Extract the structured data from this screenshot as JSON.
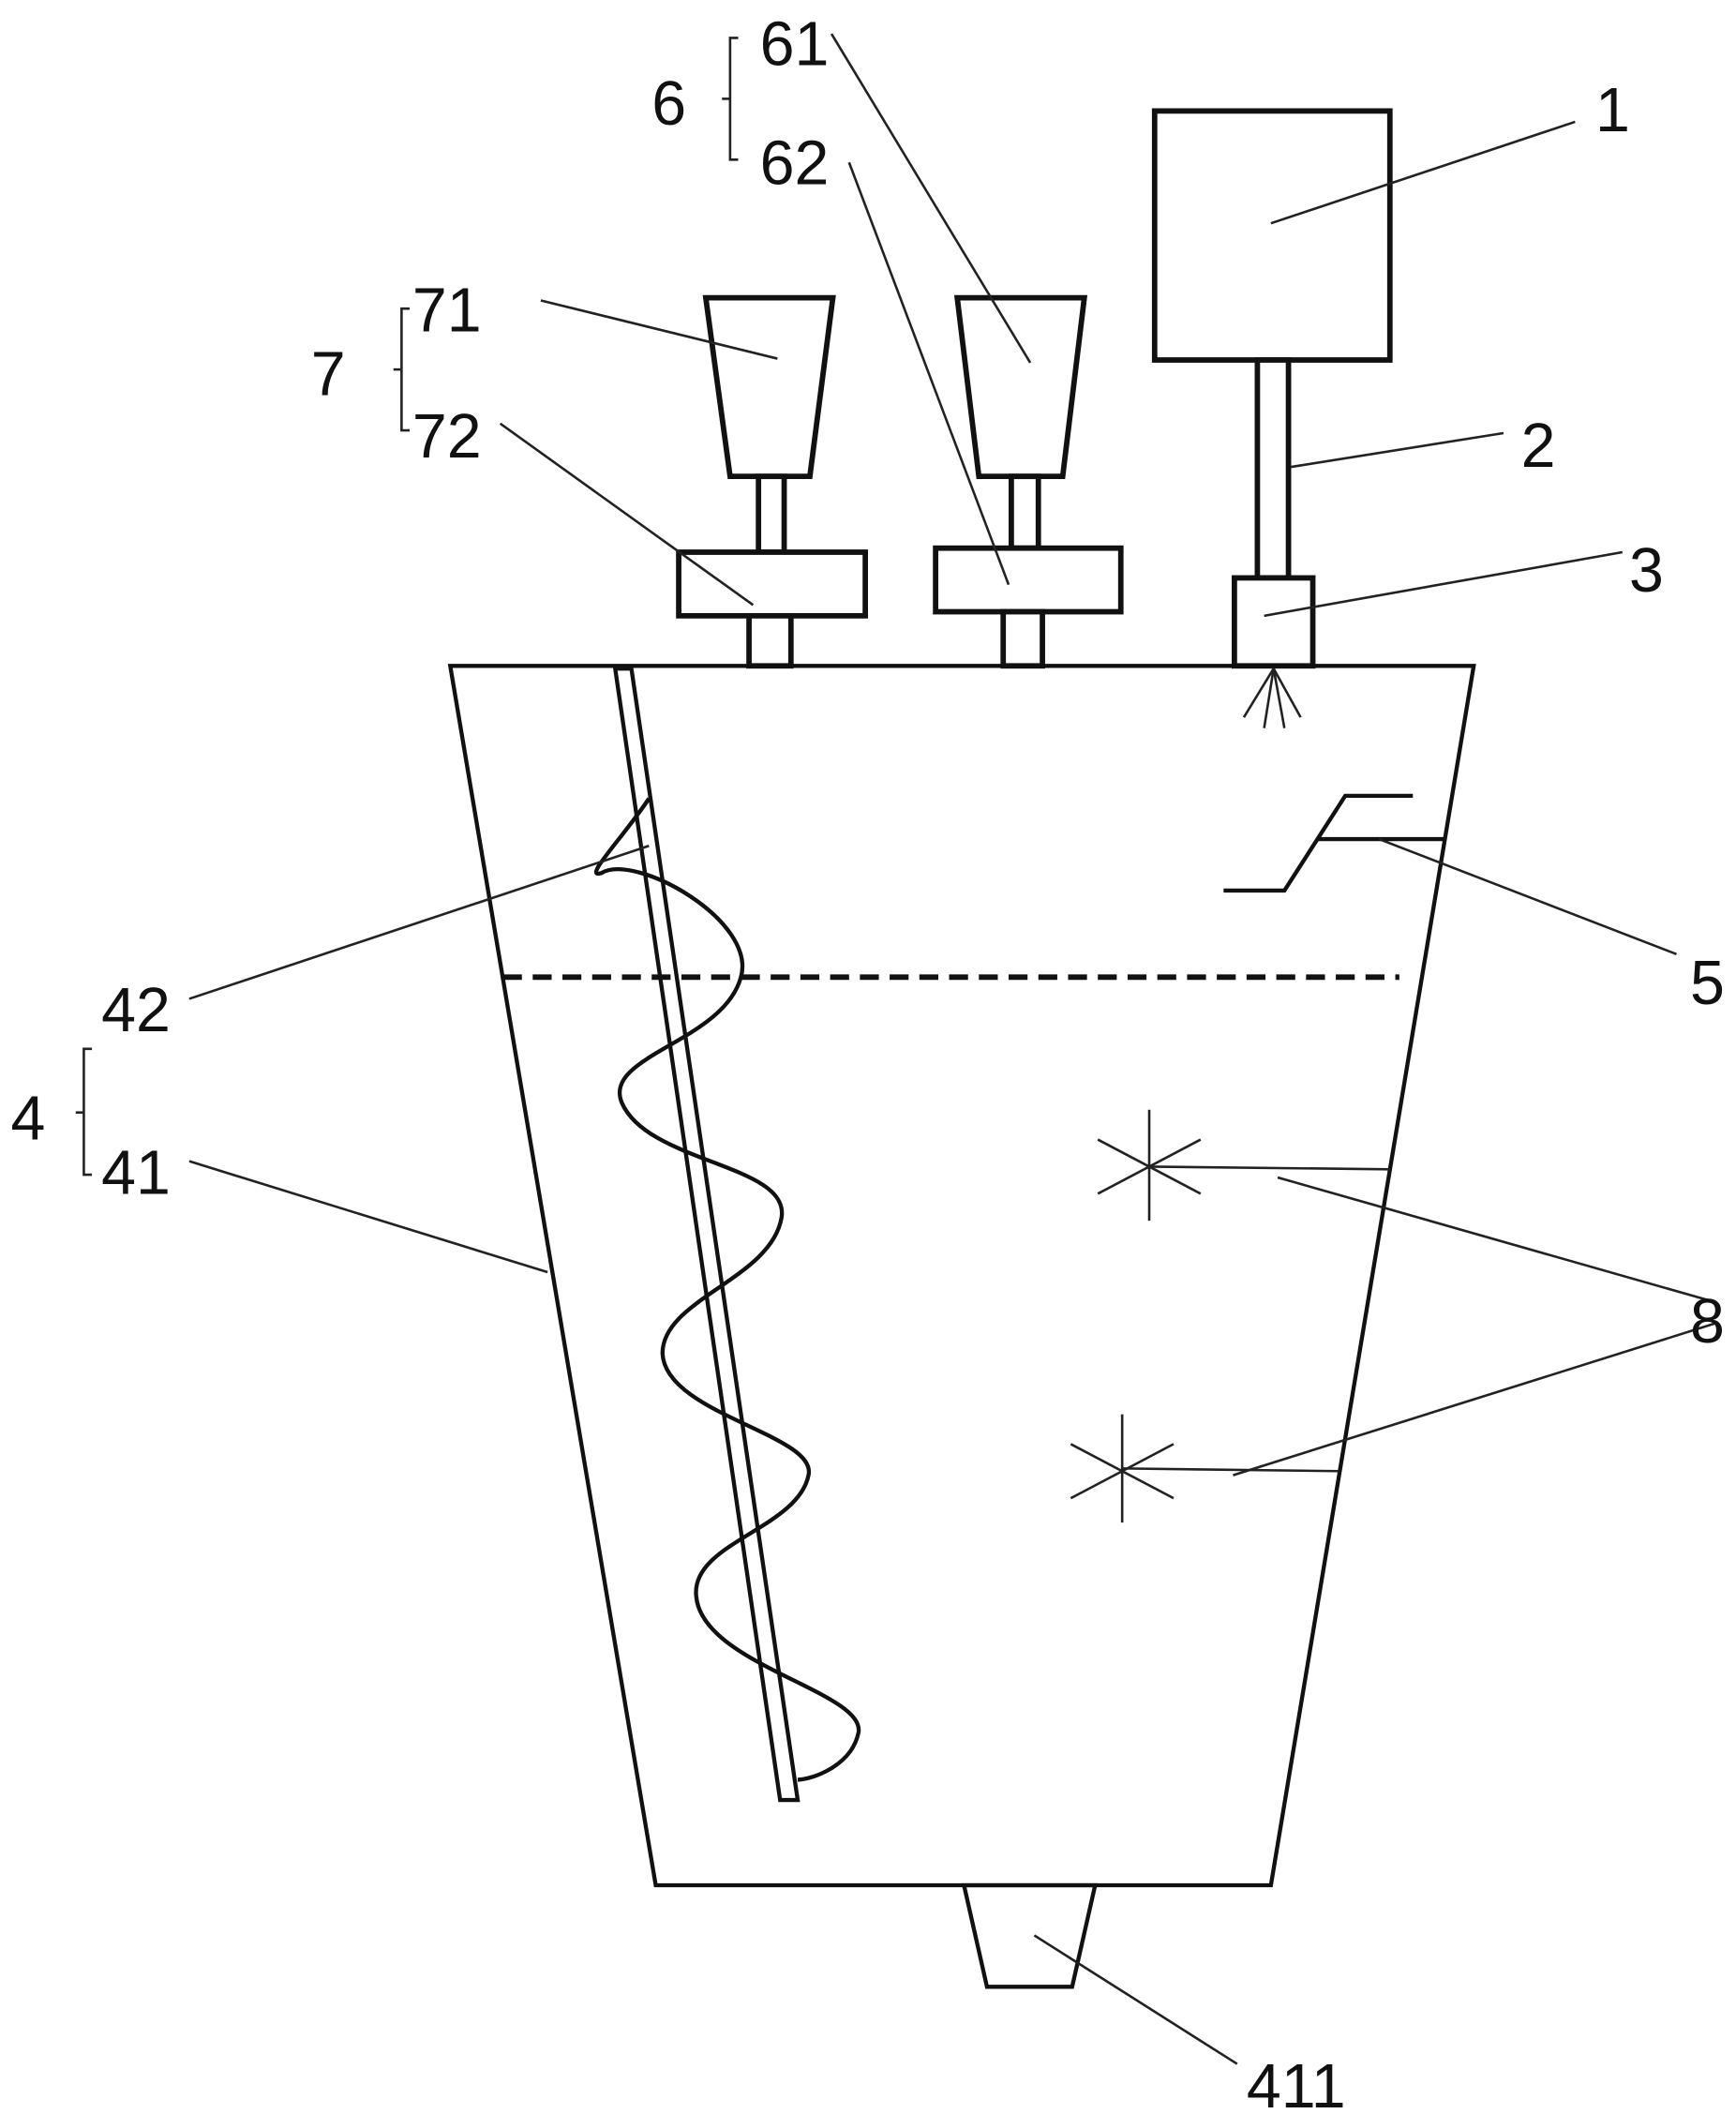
{
  "figure": {
    "labels": {
      "motor": "1",
      "shaft": "2",
      "nozzle": "3",
      "group4": "4",
      "tank": "41",
      "screw": "42",
      "outlet": "411",
      "sensor": "5",
      "group6": "6",
      "hopper61": "61",
      "valve62": "62",
      "group7": "7",
      "hopper71": "71",
      "valve72": "72",
      "stirrers": "8"
    }
  }
}
